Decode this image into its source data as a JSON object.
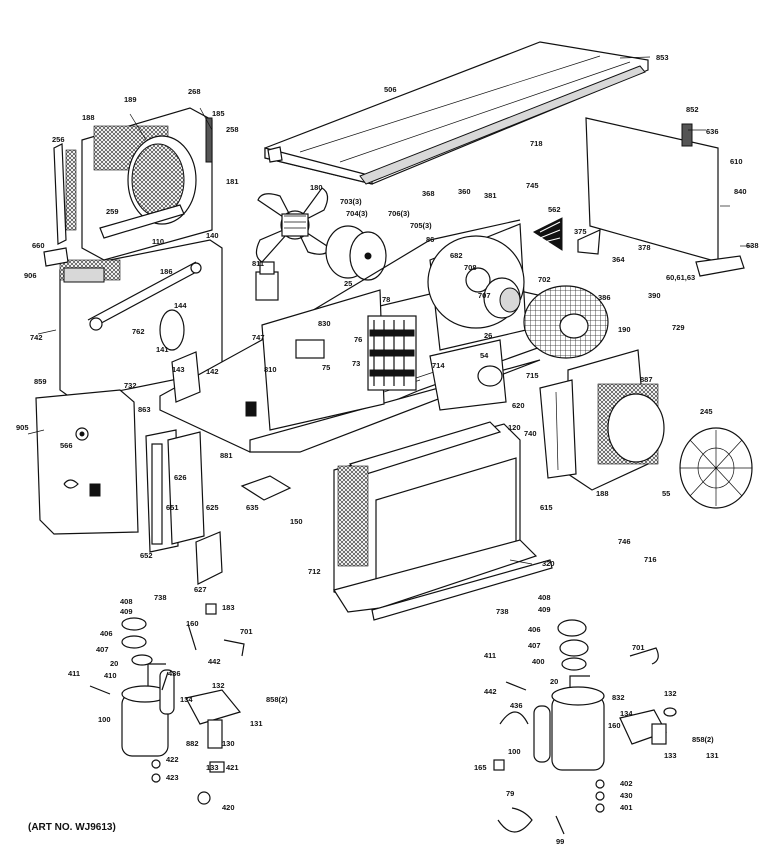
{
  "caption": "(ART NO. WJ9613)",
  "callouts": [
    {
      "id": "c853",
      "text": "853"
    },
    {
      "id": "c506",
      "text": "506"
    },
    {
      "id": "c852",
      "text": "852"
    },
    {
      "id": "c636",
      "text": "636"
    },
    {
      "id": "c610",
      "text": "610"
    },
    {
      "id": "c840",
      "text": "840"
    },
    {
      "id": "c638",
      "text": "638"
    },
    {
      "id": "c600",
      "text": "60,61,63"
    },
    {
      "id": "c378",
      "text": "378"
    },
    {
      "id": "c364",
      "text": "364"
    },
    {
      "id": "c386",
      "text": "386"
    },
    {
      "id": "c390",
      "text": "390"
    },
    {
      "id": "c729",
      "text": "729"
    },
    {
      "id": "c375",
      "text": "375"
    },
    {
      "id": "c562",
      "text": "562"
    },
    {
      "id": "c745",
      "text": "745"
    },
    {
      "id": "c718",
      "text": "718"
    },
    {
      "id": "c381",
      "text": "381"
    },
    {
      "id": "c360",
      "text": "360"
    },
    {
      "id": "c368",
      "text": "368"
    },
    {
      "id": "c188",
      "text": "188"
    },
    {
      "id": "c189",
      "text": "189"
    },
    {
      "id": "c268",
      "text": "268"
    },
    {
      "id": "c185",
      "text": "185"
    },
    {
      "id": "c258",
      "text": "258"
    },
    {
      "id": "c256",
      "text": "256"
    },
    {
      "id": "c259",
      "text": "259"
    },
    {
      "id": "c181",
      "text": "181"
    },
    {
      "id": "c180",
      "text": "180"
    },
    {
      "id": "c703",
      "text": "703(3)"
    },
    {
      "id": "c704",
      "text": "704(3)"
    },
    {
      "id": "c705",
      "text": "705(3)"
    },
    {
      "id": "c706",
      "text": "706(3)"
    },
    {
      "id": "c660",
      "text": "660"
    },
    {
      "id": "c110",
      "text": "110"
    },
    {
      "id": "c186",
      "text": "186"
    },
    {
      "id": "c140",
      "text": "140"
    },
    {
      "id": "c906",
      "text": "906"
    },
    {
      "id": "c144",
      "text": "144"
    },
    {
      "id": "c811",
      "text": "811"
    },
    {
      "id": "c25",
      "text": "25"
    },
    {
      "id": "c86",
      "text": "86"
    },
    {
      "id": "c682",
      "text": "682"
    },
    {
      "id": "c702",
      "text": "702"
    },
    {
      "id": "c707",
      "text": "707"
    },
    {
      "id": "c708",
      "text": "708"
    },
    {
      "id": "c26",
      "text": "26"
    },
    {
      "id": "c190",
      "text": "190"
    },
    {
      "id": "c742",
      "text": "742"
    },
    {
      "id": "c762",
      "text": "762"
    },
    {
      "id": "c141",
      "text": "141"
    },
    {
      "id": "c747",
      "text": "747"
    },
    {
      "id": "c830",
      "text": "830"
    },
    {
      "id": "c810",
      "text": "810"
    },
    {
      "id": "c78",
      "text": "78"
    },
    {
      "id": "c76",
      "text": "76"
    },
    {
      "id": "c54",
      "text": "54"
    },
    {
      "id": "c714",
      "text": "714"
    },
    {
      "id": "c715",
      "text": "715"
    },
    {
      "id": "c620",
      "text": "620"
    },
    {
      "id": "c142",
      "text": "142"
    },
    {
      "id": "c143",
      "text": "143"
    },
    {
      "id": "c859",
      "text": "859"
    },
    {
      "id": "c732",
      "text": "732"
    },
    {
      "id": "c863",
      "text": "863"
    },
    {
      "id": "c73",
      "text": "73"
    },
    {
      "id": "c75",
      "text": "75"
    },
    {
      "id": "c887",
      "text": "887"
    },
    {
      "id": "c245",
      "text": "245"
    },
    {
      "id": "c188b",
      "text": "188"
    },
    {
      "id": "c55",
      "text": "55"
    },
    {
      "id": "c905",
      "text": "905"
    },
    {
      "id": "c566",
      "text": "566"
    },
    {
      "id": "c881",
      "text": "881"
    },
    {
      "id": "c626",
      "text": "626"
    },
    {
      "id": "c120",
      "text": "120"
    },
    {
      "id": "c740",
      "text": "740"
    },
    {
      "id": "c625",
      "text": "625"
    },
    {
      "id": "c651",
      "text": "651"
    },
    {
      "id": "c635",
      "text": "635"
    },
    {
      "id": "c615",
      "text": "615"
    },
    {
      "id": "c652",
      "text": "652"
    },
    {
      "id": "c150",
      "text": "150"
    },
    {
      "id": "c712",
      "text": "712"
    },
    {
      "id": "c320",
      "text": "320"
    },
    {
      "id": "c746",
      "text": "746"
    },
    {
      "id": "c716",
      "text": "716"
    },
    {
      "id": "c627",
      "text": "627"
    },
    {
      "id": "c408",
      "text": "408"
    },
    {
      "id": "c409",
      "text": "409"
    },
    {
      "id": "c738",
      "text": "738"
    },
    {
      "id": "c183",
      "text": "183"
    },
    {
      "id": "c406",
      "text": "406"
    },
    {
      "id": "c407",
      "text": "407"
    },
    {
      "id": "c20",
      "text": "20"
    },
    {
      "id": "c160",
      "text": "160"
    },
    {
      "id": "c701",
      "text": "701"
    },
    {
      "id": "c442",
      "text": "442"
    },
    {
      "id": "c411",
      "text": "411"
    },
    {
      "id": "c410",
      "text": "410"
    },
    {
      "id": "c436",
      "text": "436"
    },
    {
      "id": "c132",
      "text": "132"
    },
    {
      "id": "c858",
      "text": "858(2)"
    },
    {
      "id": "c100",
      "text": "100"
    },
    {
      "id": "c134",
      "text": "134"
    },
    {
      "id": "c131",
      "text": "131"
    },
    {
      "id": "c130",
      "text": "130"
    },
    {
      "id": "c882",
      "text": "882"
    },
    {
      "id": "c422",
      "text": "422"
    },
    {
      "id": "c423",
      "text": "423"
    },
    {
      "id": "c133",
      "text": "133"
    },
    {
      "id": "c421",
      "text": "421"
    },
    {
      "id": "c420",
      "text": "420"
    },
    {
      "id": "r408",
      "text": "408"
    },
    {
      "id": "r409",
      "text": "409"
    },
    {
      "id": "r738",
      "text": "738"
    },
    {
      "id": "r406",
      "text": "406"
    },
    {
      "id": "r407",
      "text": "407"
    },
    {
      "id": "r400",
      "text": "400"
    },
    {
      "id": "r701",
      "text": "701"
    },
    {
      "id": "r411",
      "text": "411"
    },
    {
      "id": "r442",
      "text": "442"
    },
    {
      "id": "r20",
      "text": "20"
    },
    {
      "id": "r832",
      "text": "832"
    },
    {
      "id": "r436",
      "text": "436"
    },
    {
      "id": "r132",
      "text": "132"
    },
    {
      "id": "r134",
      "text": "134"
    },
    {
      "id": "r160",
      "text": "160"
    },
    {
      "id": "r100",
      "text": "100"
    },
    {
      "id": "r133",
      "text": "133"
    },
    {
      "id": "r858",
      "text": "858(2)"
    },
    {
      "id": "r131",
      "text": "131"
    },
    {
      "id": "r165",
      "text": "165"
    },
    {
      "id": "r402",
      "text": "402"
    },
    {
      "id": "r430",
      "text": "430"
    },
    {
      "id": "r401",
      "text": "401"
    },
    {
      "id": "r79",
      "text": "79"
    },
    {
      "id": "r99",
      "text": "99"
    }
  ]
}
